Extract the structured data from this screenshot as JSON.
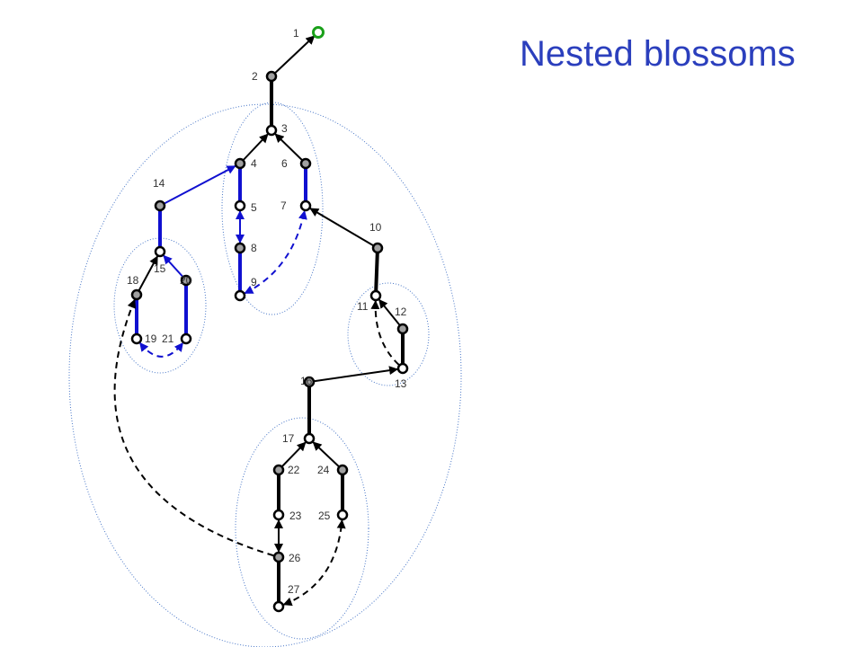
{
  "title": "Nested blossoms",
  "colors": {
    "title": "#2b3fbd",
    "black": "#000000",
    "blue": "#1010d0",
    "blossom_outline": "#4a78c8",
    "root_node": "#1aa01a",
    "hollow_fill": "#ffffff",
    "filled_fill": "#a0a0a0"
  },
  "nodes": [
    {
      "id": "1",
      "label": "1",
      "style": "root"
    },
    {
      "id": "2",
      "label": "2",
      "style": "filled"
    },
    {
      "id": "3",
      "label": "3",
      "style": "hollow"
    },
    {
      "id": "4",
      "label": "4",
      "style": "filled"
    },
    {
      "id": "5",
      "label": "5",
      "style": "hollow"
    },
    {
      "id": "6",
      "label": "6",
      "style": "filled"
    },
    {
      "id": "7",
      "label": "7",
      "style": "hollow"
    },
    {
      "id": "8",
      "label": "8",
      "style": "filled"
    },
    {
      "id": "9",
      "label": "9",
      "style": "hollow"
    },
    {
      "id": "10",
      "label": "10",
      "style": "filled"
    },
    {
      "id": "11",
      "label": "11",
      "style": "hollow"
    },
    {
      "id": "12",
      "label": "12",
      "style": "filled"
    },
    {
      "id": "13",
      "label": "13",
      "style": "hollow"
    },
    {
      "id": "14",
      "label": "14",
      "style": "filled"
    },
    {
      "id": "15",
      "label": "15",
      "style": "hollow"
    },
    {
      "id": "16",
      "label": "16",
      "style": "filled"
    },
    {
      "id": "17",
      "label": "17",
      "style": "hollow"
    },
    {
      "id": "18",
      "label": "18",
      "style": "filled"
    },
    {
      "id": "19",
      "label": "19",
      "style": "hollow"
    },
    {
      "id": "20",
      "label": "20",
      "style": "filled"
    },
    {
      "id": "21",
      "label": "21",
      "style": "hollow"
    },
    {
      "id": "22",
      "label": "22",
      "style": "filled"
    },
    {
      "id": "23",
      "label": "23",
      "style": "hollow"
    },
    {
      "id": "24",
      "label": "24",
      "style": "filled"
    },
    {
      "id": "25",
      "label": "25",
      "style": "hollow"
    },
    {
      "id": "26",
      "label": "26",
      "style": "filled"
    },
    {
      "id": "27",
      "label": "27",
      "style": "hollow"
    }
  ],
  "edges": [
    {
      "from": "2",
      "to": "1",
      "kind": "tree",
      "color": "black"
    },
    {
      "from": "2",
      "to": "3",
      "kind": "matched",
      "color": "black"
    },
    {
      "from": "4",
      "to": "3",
      "kind": "tree",
      "color": "black"
    },
    {
      "from": "6",
      "to": "3",
      "kind": "tree",
      "color": "black"
    },
    {
      "from": "4",
      "to": "5",
      "kind": "matched",
      "color": "blue"
    },
    {
      "from": "6",
      "to": "7",
      "kind": "matched",
      "color": "blue"
    },
    {
      "from": "8",
      "to": "5",
      "kind": "tree-both",
      "color": "blue"
    },
    {
      "from": "8",
      "to": "9",
      "kind": "matched",
      "color": "blue"
    },
    {
      "from": "9",
      "to": "7",
      "kind": "nontree-both",
      "color": "blue"
    },
    {
      "from": "10",
      "to": "7",
      "kind": "tree",
      "color": "black"
    },
    {
      "from": "10",
      "to": "11",
      "kind": "matched",
      "color": "black"
    },
    {
      "from": "12",
      "to": "11",
      "kind": "tree",
      "color": "black"
    },
    {
      "from": "12",
      "to": "13",
      "kind": "matched",
      "color": "black"
    },
    {
      "from": "13",
      "to": "11",
      "kind": "nontree",
      "color": "black"
    },
    {
      "from": "14",
      "to": "4",
      "kind": "tree",
      "color": "blue"
    },
    {
      "from": "14",
      "to": "15",
      "kind": "matched",
      "color": "blue"
    },
    {
      "from": "18",
      "to": "15",
      "kind": "tree",
      "color": "black"
    },
    {
      "from": "20",
      "to": "15",
      "kind": "tree",
      "color": "blue"
    },
    {
      "from": "18",
      "to": "19",
      "kind": "matched",
      "color": "blue"
    },
    {
      "from": "20",
      "to": "21",
      "kind": "matched",
      "color": "blue"
    },
    {
      "from": "19",
      "to": "21",
      "kind": "nontree-both",
      "color": "blue"
    },
    {
      "from": "16",
      "to": "13",
      "kind": "tree",
      "color": "black"
    },
    {
      "from": "16",
      "to": "17",
      "kind": "matched",
      "color": "black"
    },
    {
      "from": "22",
      "to": "17",
      "kind": "tree",
      "color": "black"
    },
    {
      "from": "24",
      "to": "17",
      "kind": "tree",
      "color": "black"
    },
    {
      "from": "22",
      "to": "23",
      "kind": "matched",
      "color": "black"
    },
    {
      "from": "24",
      "to": "25",
      "kind": "matched",
      "color": "black"
    },
    {
      "from": "26",
      "to": "23",
      "kind": "tree-both",
      "color": "black"
    },
    {
      "from": "26",
      "to": "27",
      "kind": "matched",
      "color": "black"
    },
    {
      "from": "27",
      "to": "25",
      "kind": "nontree-both",
      "color": "black"
    },
    {
      "from": "26",
      "to": "18",
      "kind": "nontree",
      "color": "black"
    }
  ]
}
